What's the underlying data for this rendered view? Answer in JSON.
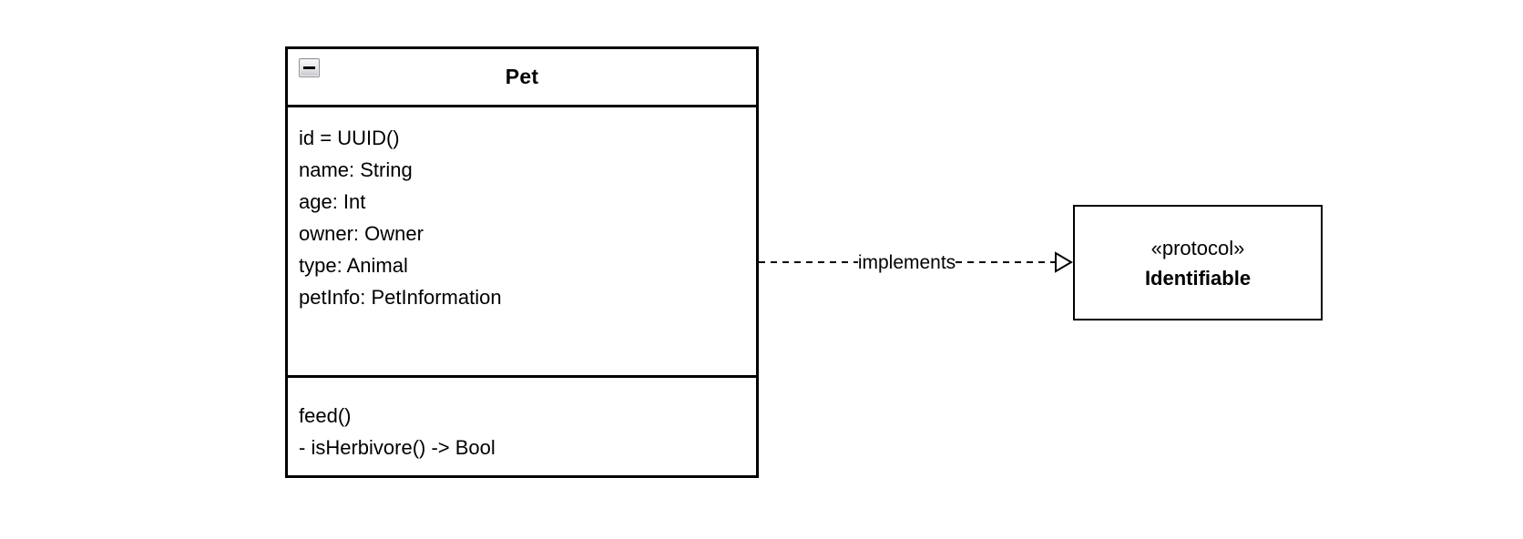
{
  "canvas": {
    "background": "#ffffff",
    "line_color": "#000000",
    "text_color": "#000000"
  },
  "icons": {
    "collapse_button": "minus-icon",
    "arrowhead": "hollow-triangle-right"
  },
  "pet_class": {
    "title": "Pet",
    "attributes": [
      "id = UUID()",
      "name: String",
      "age: Int",
      "owner: Owner",
      "type: Animal",
      "petInfo: PetInformation"
    ],
    "methods": [
      "feed()",
      "- isHerbivore() -> Bool"
    ]
  },
  "connector": {
    "label": "implements"
  },
  "protocol": {
    "stereotype": "«protocol»",
    "name": "Identifiable"
  }
}
